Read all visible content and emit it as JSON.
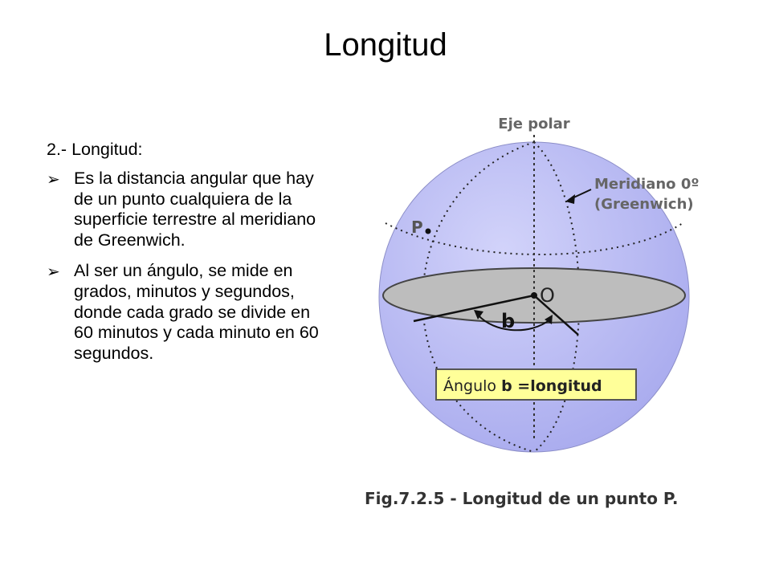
{
  "slide": {
    "title": "Longitud",
    "subheading": "2.- Longitud:",
    "bullet_icon": "arrow-bullet-icon",
    "bullets": [
      "Es la distancia angular que hay de un punto cualquiera de la superficie terrestre al meridiano de Greenwich.",
      " Al ser un ángulo, se mide en grados, minutos y segundos, donde cada grado se divide en 60 minutos y cada minuto en 60 segundos."
    ]
  },
  "figure": {
    "axis_label": "Eje polar",
    "meridian_label_line1": "Meridiano 0º",
    "meridian_label_line2": "(Greenwich)",
    "point_label": "P",
    "center_label": "O",
    "angle_label": "b",
    "box_prefix": "Ángulo ",
    "box_bold": "b =longitud",
    "caption": "Fig.7.2.5 - Longitud de un punto P.",
    "colors": {
      "sphere": "#b7b9f2",
      "equator_plane": "#bdbdbd",
      "label_box_fill": "#ffff99",
      "label_box_border": "#555555"
    }
  }
}
